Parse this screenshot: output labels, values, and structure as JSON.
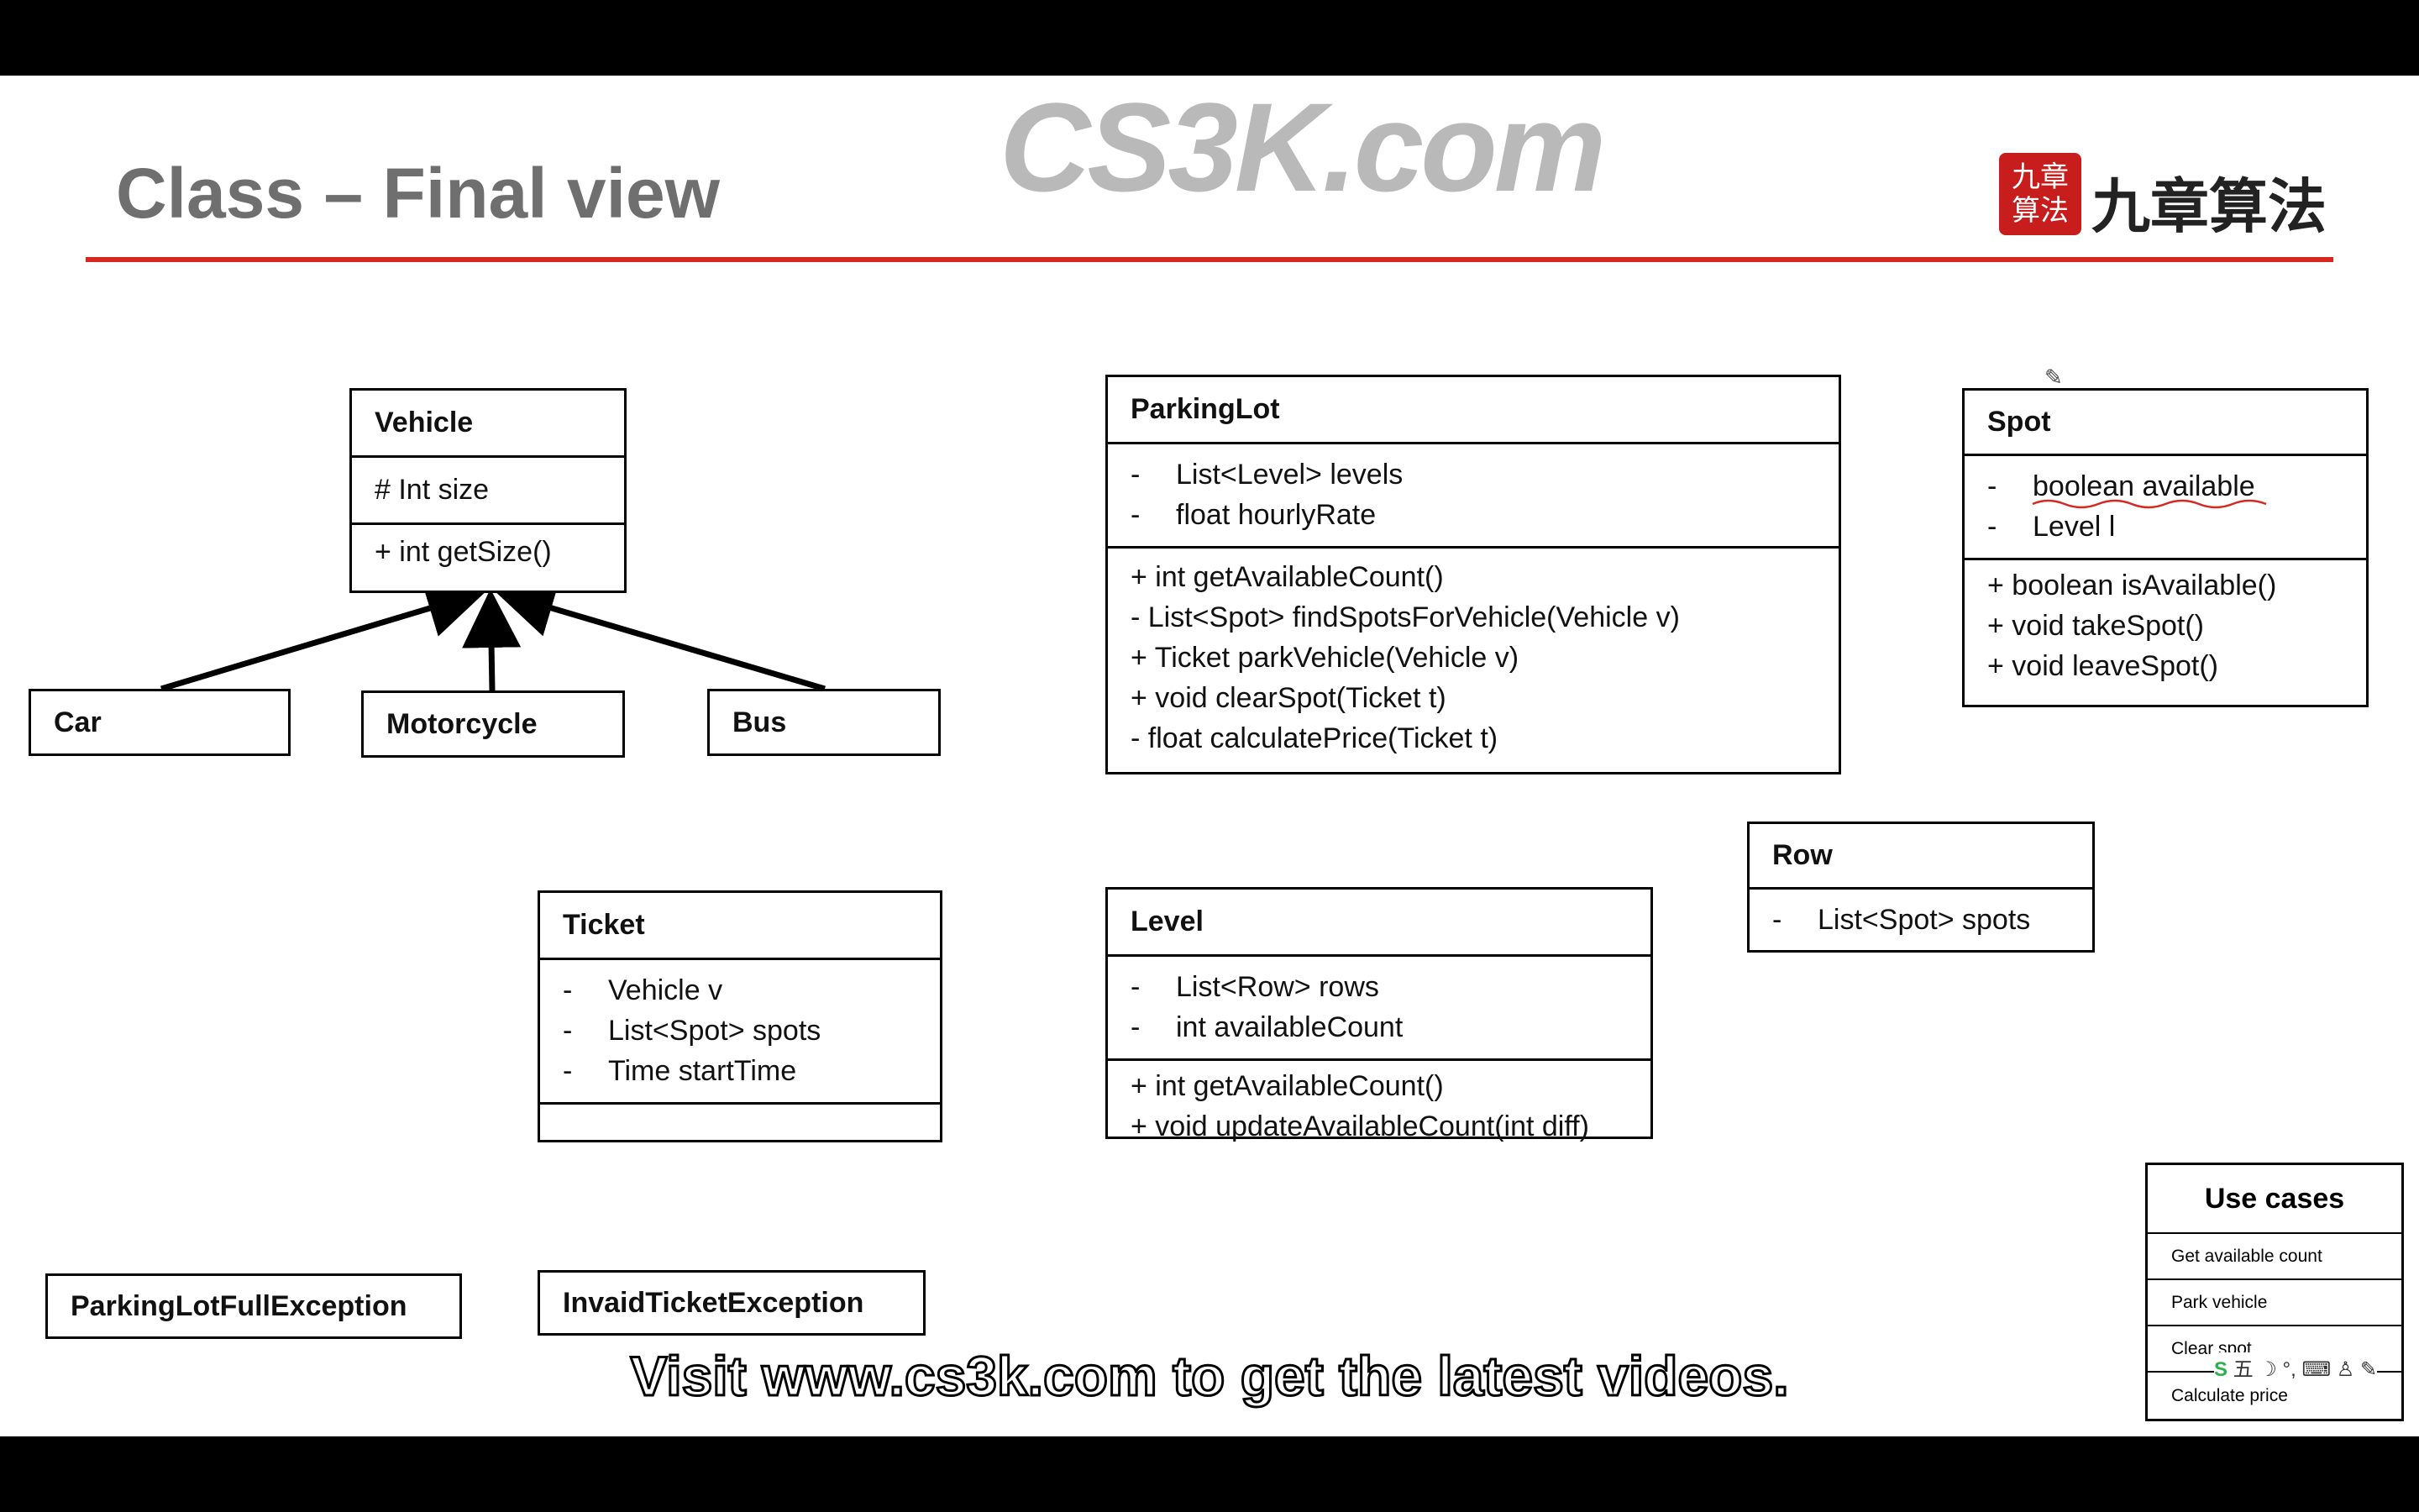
{
  "slide": {
    "title": "Class – Final view",
    "watermark": "CS3K.com",
    "logo_seal": "九章算法",
    "logo_text": "九章算法"
  },
  "classes": {
    "vehicle": {
      "name": "Vehicle",
      "attributes": [
        "# Int size"
      ],
      "methods": [
        "+ int getSize()"
      ]
    },
    "car": {
      "name": "Car"
    },
    "motorcycle": {
      "name": "Motorcycle"
    },
    "bus": {
      "name": "Bus"
    },
    "parkinglot": {
      "name": "ParkingLot",
      "attributes": [
        {
          "prefix": "-",
          "text": "List<Level> levels"
        },
        {
          "prefix": "-",
          "text": "float hourlyRate"
        }
      ],
      "methods": [
        "+ int getAvailableCount()",
        "- List<Spot> findSpotsForVehicle(Vehicle v)",
        "+ Ticket parkVehicle(Vehicle v)",
        "+ void clearSpot(Ticket t)",
        "- float calculatePrice(Ticket t)"
      ]
    },
    "spot": {
      "name": "Spot",
      "attributes": [
        {
          "prefix": "-",
          "text": "boolean available"
        },
        {
          "prefix": "-",
          "text": "Level l"
        }
      ],
      "methods": [
        "+ boolean isAvailable()",
        "+ void takeSpot()",
        "+ void leaveSpot()"
      ]
    },
    "row": {
      "name": "Row",
      "attributes": [
        {
          "prefix": "-",
          "text": "List<Spot> spots"
        }
      ]
    },
    "ticket": {
      "name": "Ticket",
      "attributes": [
        {
          "prefix": "-",
          "text": "Vehicle v"
        },
        {
          "prefix": "-",
          "text": "List<Spot> spots"
        },
        {
          "prefix": "-",
          "text": "Time startTime"
        }
      ]
    },
    "level": {
      "name": "Level",
      "attributes": [
        {
          "prefix": "-",
          "text": "List<Row> rows"
        },
        {
          "prefix": "-",
          "text": "int availableCount"
        }
      ],
      "methods": [
        "+ int getAvailableCount()",
        "+ void updateAvailableCount(int diff)"
      ]
    },
    "parkinglot_full_exception": {
      "name": "ParkingLotFullException"
    },
    "invalid_ticket_exception": {
      "name": "InvaidTicketException"
    }
  },
  "use_cases": {
    "title": "Use cases",
    "items": [
      "Get available count",
      "Park vehicle",
      "Clear spot",
      "Calculate price"
    ]
  },
  "ime_toolbar": {
    "logo": "S",
    "label": "五 ☽ °, ⌨ ♙ ✎"
  },
  "caption": "Visit www.cs3k.com to get the latest videos."
}
